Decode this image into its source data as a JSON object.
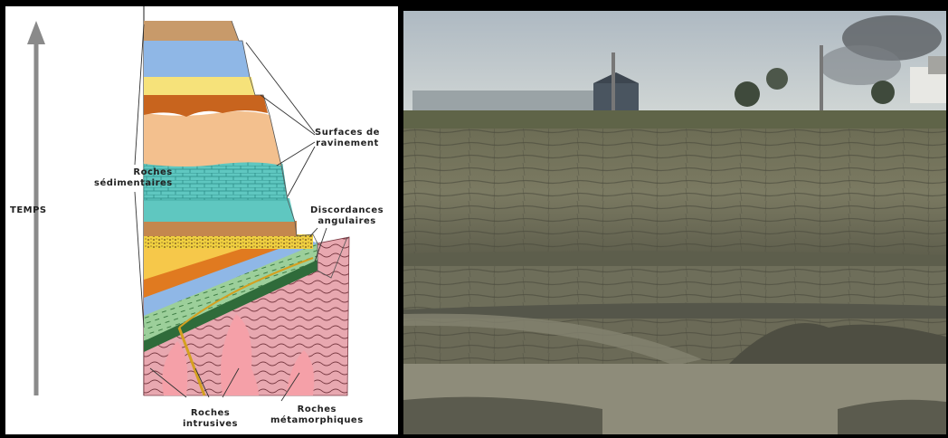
{
  "diagram": {
    "axis_label": "TEMPS",
    "labels": {
      "sedimentary_line1": "Roches",
      "sedimentary_line2": "sédimentaires",
      "erosion_line1": "Surfaces de",
      "erosion_line2": "ravinement",
      "unconformity_line1": "Discordances",
      "unconformity_line2": "angulaires",
      "intrusive_line1": "Roches",
      "intrusive_line2": "intrusives",
      "metamorphic_line1": "Roches",
      "metamorphic_line2": "métamorphiques"
    }
  },
  "photo": {
    "subject": "quarry"
  },
  "colors": {
    "arrow": "#8a8a8a",
    "top_brown": "#c89a6a",
    "blue_layer": "#8fb7e6",
    "yellow_layer": "#f6e27a",
    "dark_orange": "#c8641e",
    "tan_layer": "#f3c08e",
    "teal_layer": "#5fc7c0",
    "metamorphic": "#e8a8b0"
  }
}
